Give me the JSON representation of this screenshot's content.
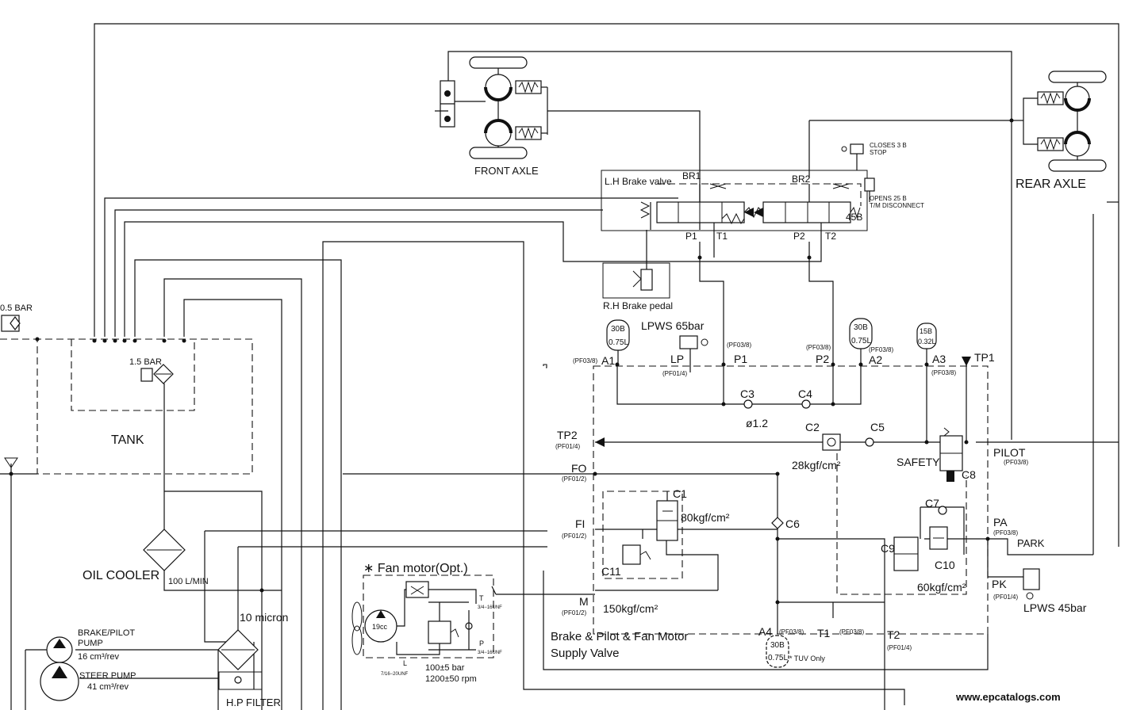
{
  "labels": {
    "front_axle": "FRONT AXLE",
    "rear_axle": "REAR AXLE",
    "lh_brake_valve": "L.H Brake valve",
    "rh_brake_pedal": "R.H Brake pedal",
    "br1": "BR1",
    "br2": "BR2",
    "p1_top": "P1",
    "t1_top": "T1",
    "p2_top": "P2",
    "t2_top": "T2",
    "b45": "45B",
    "closes": "CLOSES 3 B",
    "stop": "STOP",
    "opens": "OPENS 25 B",
    "tm_disconnect": "T/M DISCONNECT",
    "lpws65": "LPWS 65bar",
    "bar05": "0.5 BAR",
    "bar15": "1.5 BAR",
    "tank": "TANK",
    "oil_cooler": "OIL COOLER",
    "flow_100": "100 L/MIN",
    "ten_micron": "10 micron",
    "hp_filter": "H.P FILTER",
    "brake_pilot_pump_1": "BRAKE/PILOT",
    "brake_pilot_pump_2": "PUMP",
    "brake_pump_disp": "16 cm³/rev",
    "steer_pump": "STEER PUMP",
    "steer_pump_disp": "41 cm³/rev",
    "fan_motor": "∗ Fan motor(Opt.)",
    "fan_19cc": "19cc",
    "fan_t": "T",
    "fan_p": "P",
    "fan_l": "L",
    "thread_34": "3/4−16UNF",
    "thread_716": "7/16−20UNF",
    "fan_bar": "100±5 bar",
    "fan_rpm": "1200±50 rpm",
    "acc_30b": "30B",
    "acc_075l": "0.75L",
    "acc_15b": "15B",
    "acc_032l": "0.32L",
    "a1": "A1",
    "lp": "LP",
    "p1": "P1",
    "p2": "P2",
    "a2": "A2",
    "a3": "A3",
    "tp1": "TP1",
    "tp2": "TP2",
    "fo": "FO",
    "fi": "FI",
    "m": "M",
    "a4": "A4",
    "t1": "T1",
    "t2": "T2",
    "pilot": "PILOT",
    "pa": "PA",
    "park": "PARK",
    "pk": "PK",
    "pf03_8": "(PF03/8)",
    "pf01_4": "(PF01/4)",
    "pf01_2": "(PF01/2)",
    "c1": "C1",
    "c2": "C2",
    "c3": "C3",
    "c4": "C4",
    "c5": "C5",
    "c6": "C6",
    "c7": "C7",
    "c8": "C8",
    "c9": "C9",
    "c10": "C10",
    "c11": "C11",
    "orifice": "ø1.2",
    "p80": "80kgf/cm²",
    "p28": "28kgf/cm²",
    "p150": "150kgf/cm²",
    "p60": "60kgf/cm²",
    "safety": "SAFETY",
    "lpws45": "LPWS 45bar",
    "supply_valve_1": "Brake & Pilot & Fan Motor",
    "supply_valve_2": "Supply Valve",
    "tuv_only": "* TUV Only",
    "watermark": "www.epcatalogs.com"
  }
}
